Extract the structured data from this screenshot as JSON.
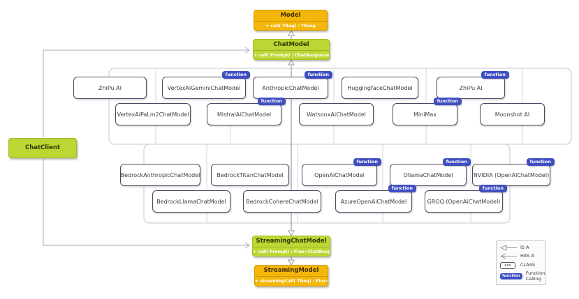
{
  "diagram": {
    "model": {
      "title": "Model",
      "method": "+ call( TReq) : TResp"
    },
    "chat_model": {
      "title": "ChatModel",
      "method": "+ call( Prompt) : ChatResponse"
    },
    "chat_client": {
      "title": "ChatClient"
    },
    "streaming_chat_model": {
      "title": "StreamingChatModel",
      "method": "+ call( Prompt) : Flux<ChatResponse>"
    },
    "streaming_model": {
      "title": "StreamingModel",
      "method": "+ streamingCall( TReq) : Flux<TResp>"
    },
    "function_badge_label": "function",
    "groups": [
      {
        "rows": [
          [
            {
              "label": "ZhiPu AI",
              "function": false
            },
            {
              "label": "VertexAiGeminiChatModel",
              "function": true
            },
            {
              "label": "AnthropicChatModel",
              "function": true
            },
            {
              "label": "HuggingfaceChatModel",
              "function": false
            },
            {
              "label": "ZhiPu AI",
              "function": true
            }
          ],
          [
            {
              "label": "VertexAiPaLm2ChatModel",
              "function": false
            },
            {
              "label": "MistralAiChatModel",
              "function": true
            },
            {
              "label": "WatsonxAiChatModel",
              "function": false
            },
            {
              "label": "MiniMax",
              "function": true
            },
            {
              "label": "Moonshot AI",
              "function": false
            }
          ]
        ]
      },
      {
        "rows": [
          [
            {
              "label": "BedrockAnthropicChatModel",
              "function": false
            },
            {
              "label": "BedrockTitanChatModel",
              "function": false
            },
            {
              "label": "OpenAiChatModel",
              "function": true
            },
            {
              "label": "OllamaChatModel",
              "function": true
            },
            {
              "label": "NVIDIA (OpenAiChatModel)",
              "function": true
            }
          ],
          [
            {
              "label": "BedrockLlamaChatModel",
              "function": false
            },
            {
              "label": "BedrockCohereChatModel",
              "function": false
            },
            {
              "label": "AzureOpenAiChatModel",
              "function": true
            },
            {
              "label": "GROQ (OpenAiChatModel)",
              "function": true
            }
          ]
        ]
      }
    ],
    "legend": {
      "items": [
        {
          "symbol": "is-a-arrow",
          "label": "IS A"
        },
        {
          "symbol": "has-a-arrow",
          "label": "HAS A"
        },
        {
          "symbol": "class-box",
          "label": "CLASS",
          "box_text": "xxx"
        },
        {
          "symbol": "function-badge",
          "label": "Function Calling",
          "badge_text": "function"
        }
      ]
    },
    "colors": {
      "amber": "#F4B609",
      "green": "#BCD733",
      "function_badge_blue": "#3F4EC1"
    }
  }
}
